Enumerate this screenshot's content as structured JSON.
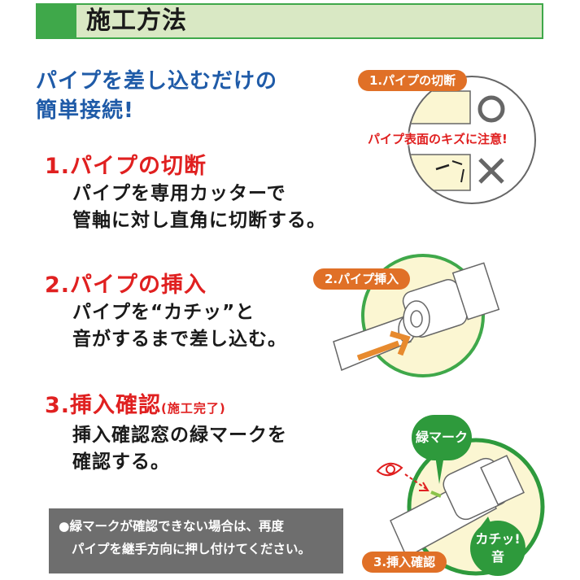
{
  "header": {
    "title": "施工方法"
  },
  "lead": {
    "line1": "パイプを差し込むだけの",
    "line2": "簡単接続!"
  },
  "steps": [
    {
      "heading": "1.パイプの切断",
      "line1": "パイプを専用カッターで",
      "line2": "管軸に対し直角に切断する。"
    },
    {
      "heading": "2.パイプの挿入",
      "line1": "パイプを“カチッ”と",
      "line2": "音がするまで差し込む。"
    },
    {
      "heading": "3.挿入確認",
      "heading_note": "(施工完了)",
      "line1": "挿入確認窓の緑マークを",
      "line2": "確認する。"
    }
  ],
  "note": {
    "line1": "●緑マークが確認できない場合は、再度",
    "line2": "パイプを継手方向に押し付けてください。"
  },
  "figures": {
    "fig1": {
      "badge": "1.パイプの切断",
      "warning": "パイプ表面のキズに注意!",
      "good_symbol": "○",
      "bad_symbol": "×"
    },
    "fig2": {
      "badge": "2.パイプ挿入"
    },
    "fig3": {
      "badge": "3.挿入確認",
      "green_mark_label": "緑マーク",
      "click_label_1": "カチッ!",
      "click_label_2": "音"
    }
  },
  "colors": {
    "green": "#3fa84a",
    "header_bg": "#d9e8c4",
    "blue": "#1f5ba8",
    "red": "#e02020",
    "orange": "#e07027",
    "cream": "#fbf6d2",
    "note_bg": "#6e6e6e"
  }
}
